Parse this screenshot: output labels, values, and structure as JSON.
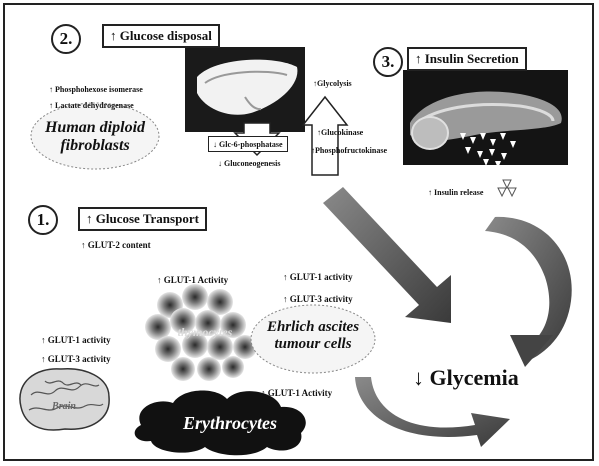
{
  "section2": {
    "number": "2.",
    "title": "↑ Glucose disposal",
    "enzymes_left": [
      "↑ Phosphohexose isomerase",
      "↑ Lactate dehydrogenase"
    ],
    "cell_label_line1": "Human diploid",
    "cell_label_line2": "fibroblasts",
    "glc6p": "↓ Glc-6-phosphatase",
    "gluconeogenesis": "↓ Gluconeogenesis",
    "glycolysis": "↑Glycolysis",
    "glucokinase": "↑Glucokinase",
    "pfk": "↑Phosphofructokinase"
  },
  "section3": {
    "number": "3.",
    "title": "↑ Insulin Secretion",
    "insulin_release": "↑ Insulin release"
  },
  "section1": {
    "number": "1.",
    "title": "↑ Glucose Transport",
    "glut2": "↑ GLUT-2 content",
    "thymocytes_glut1": "↑ GLUT-1 Activity",
    "thymocytes_label": "thymocytes",
    "ehrlich_glut1": "↑ GLUT-1 activity",
    "ehrlich_glut3": "↑ GLUT-3 activity",
    "ehrlich_line1": "Ehrlich ascites",
    "ehrlich_line2": "tumour cells",
    "brain_glut1": "↑ GLUT-1 activity",
    "brain_glut3": "↑ GLUT-3 activity",
    "brain_label": "Brain",
    "erythro_glut1": "↑ GLUT-1 Activity",
    "erythro_label": "Erythrocytes"
  },
  "result": {
    "glycemia": "↓ Glycemia"
  }
}
